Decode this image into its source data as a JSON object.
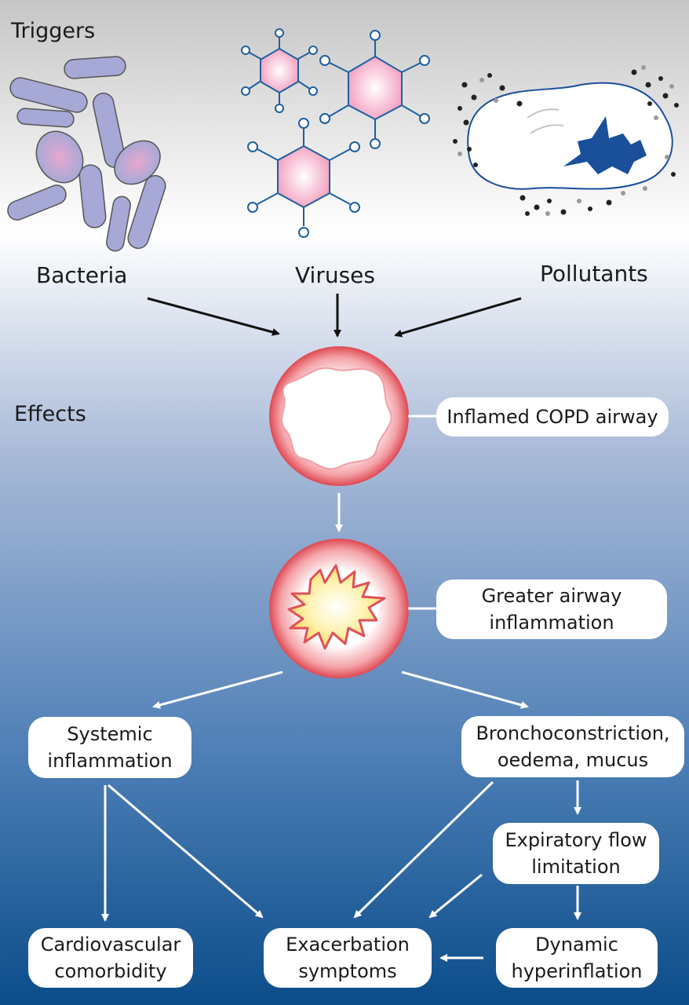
{
  "colors": {
    "top_bg": "#c8c8c8",
    "mid_bg": "#ffffff",
    "bottom_bg": "#0b4f8c",
    "bacteria_fill": "#a6a9d6",
    "virus_pink": "#f3a6c4",
    "virus_stroke": "#1f5fa0",
    "pollutant_blue": "#1a4f9a",
    "airway_red": "#e0505a"
  },
  "sections": {
    "triggers": "Triggers",
    "effects": "Effects"
  },
  "triggers": {
    "bacteria": "Bacteria",
    "viruses": "Viruses",
    "pollutants": "Pollutants"
  },
  "effects": {
    "inflamed_airway": "Inflamed COPD airway",
    "greater_inflammation": [
      "Greater airway",
      "inflammation"
    ],
    "systemic": [
      "Systemic",
      "inflammation"
    ],
    "broncho": [
      "Bronchoconstriction,",
      "oedema, mucus"
    ],
    "expiratory": [
      "Expiratory flow",
      "limitation"
    ],
    "cardio": [
      "Cardiovascular",
      "comorbidity"
    ],
    "exacerbation": [
      "Exacerbation",
      "symptoms"
    ],
    "hyperinflation": [
      "Dynamic",
      "hyperinflation"
    ]
  }
}
